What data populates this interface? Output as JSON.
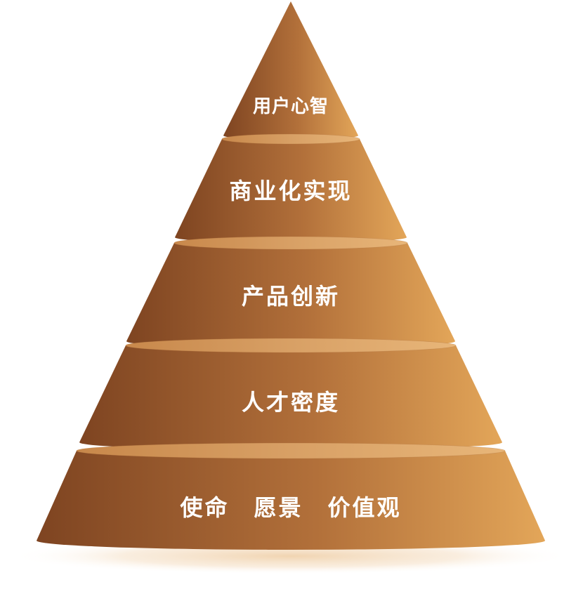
{
  "diagram": {
    "type": "pyramid",
    "tiers": [
      {
        "label": "用户心智"
      },
      {
        "label": "商业化实现"
      },
      {
        "label": "产品创新"
      },
      {
        "label": "人才密度"
      },
      {
        "label": "使命　愿景　价值观"
      }
    ],
    "colors": {
      "dark": "#7e4421",
      "mid": "#b2703a",
      "light": "#e3a659",
      "top_face": "#d59b5c",
      "top_face_edge": "#b77c45",
      "shadow": "#f3dfc7",
      "label": "#ffffff"
    }
  }
}
